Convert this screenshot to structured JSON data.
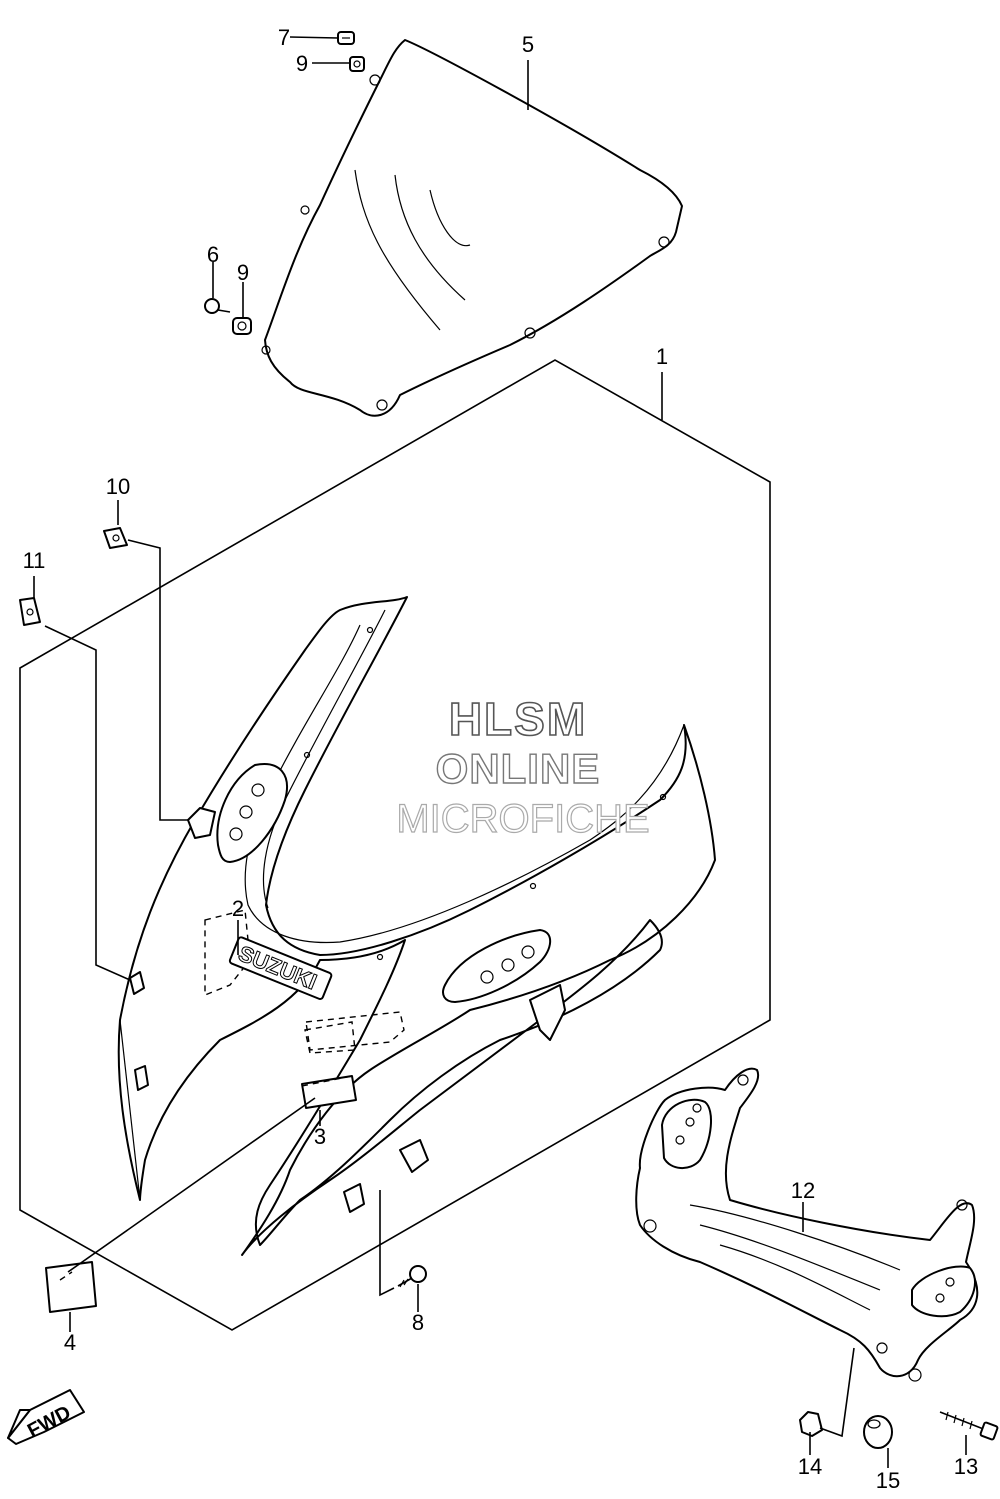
{
  "watermark": {
    "line1": "HLSM",
    "line2": "ONLINE",
    "line3": "MICROFICHE"
  },
  "emblem_text": "SUZUKI",
  "direction_label": "FWD",
  "callouts": {
    "c1": "1",
    "c2": "2",
    "c3": "3",
    "c4": "4",
    "c5": "5",
    "c6": "6",
    "c7": "7",
    "c8": "8",
    "c9a": "9",
    "c9b": "9",
    "c10": "10",
    "c11": "11",
    "c12": "12",
    "c13": "13",
    "c14": "14",
    "c15": "15"
  }
}
